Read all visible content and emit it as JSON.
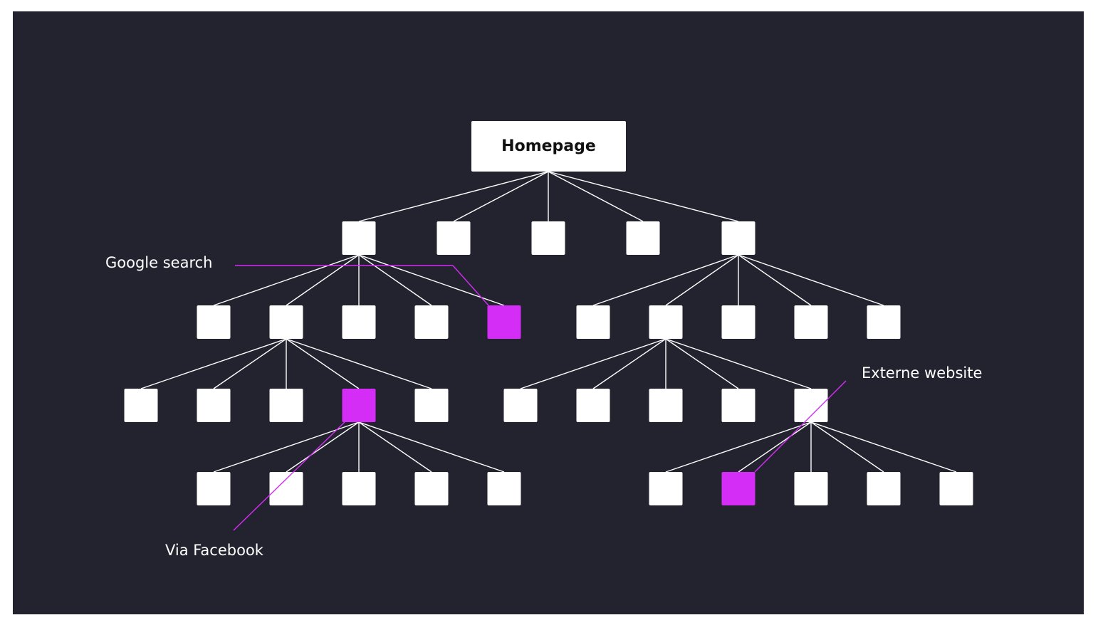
{
  "root": {
    "label": "Homepage"
  },
  "annotations": {
    "google_search": "Google search",
    "via_facebook": "Via Facebook",
    "externe_website": "Externe website"
  },
  "colors": {
    "background": "#23232f",
    "node": "#ffffff",
    "highlight": "#d42df5",
    "edge": "#ffffff",
    "annotation_line": "#d42df5"
  }
}
